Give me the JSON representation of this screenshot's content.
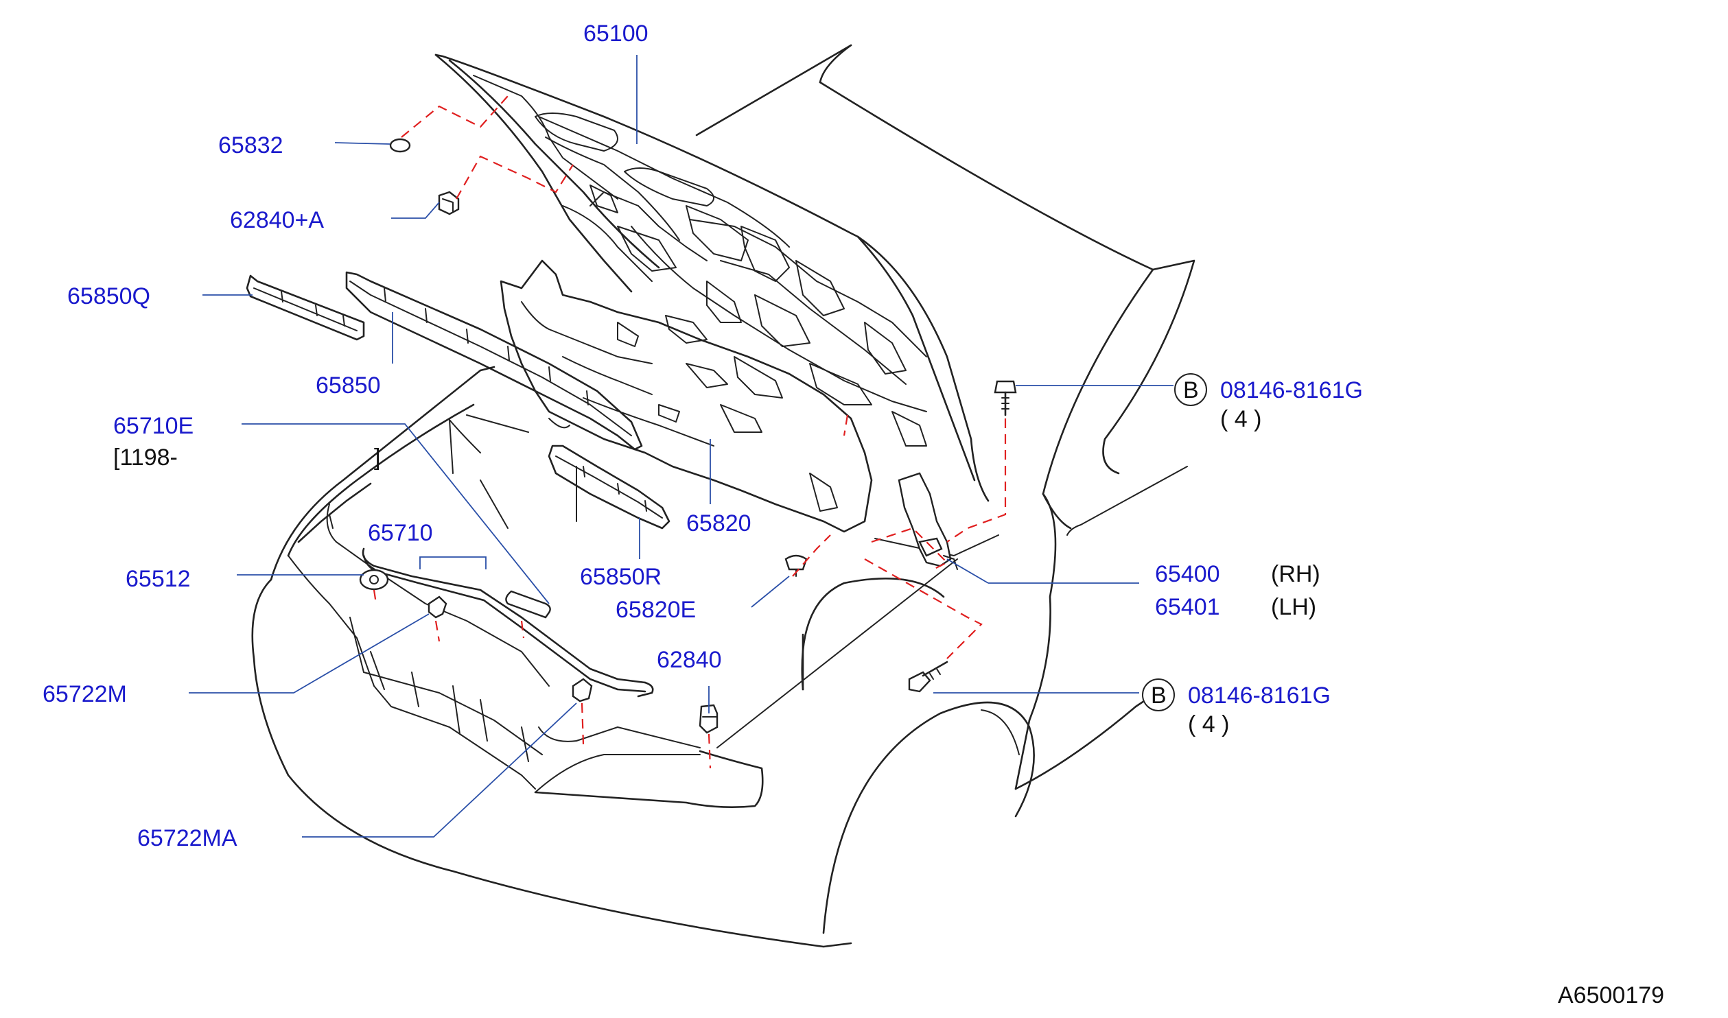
{
  "labels": {
    "hood": "65100",
    "hood_seal_plug": "65832",
    "hood_bumper_rubber": "62840+A",
    "hood_seal_q": "65850Q",
    "hood_seal": "65850",
    "hood_rod_stay": "65710E",
    "hood_rod_note_open": "[1198-",
    "hood_rod_note_close": "]",
    "hood_insulator": "65820",
    "hood_seal_r": "65850R",
    "hood_insulator_clip": "65820E",
    "hood_rod": "65710",
    "rod_grommet": "65512",
    "rod_clip_m": "65722M",
    "rod_clip_ma": "65722MA",
    "bumper_rubber": "62840",
    "hinge_rh": "65400",
    "hinge_rh_side": "(RH)",
    "hinge_lh": "65401",
    "hinge_lh_side": "(LH)",
    "bolt_upper": "08146-8161G",
    "bolt_upper_qty": "( 4 )",
    "bolt_upper_callout": "B",
    "bolt_lower": "08146-8161G",
    "bolt_lower_qty": "( 4 )",
    "bolt_lower_callout": "B",
    "diagram_code": "A6500179"
  },
  "colors": {
    "label_blue": "#1a1acc",
    "leader_blue": "#2a4fa8",
    "dash_red": "#e02020",
    "outline": "#222222"
  }
}
